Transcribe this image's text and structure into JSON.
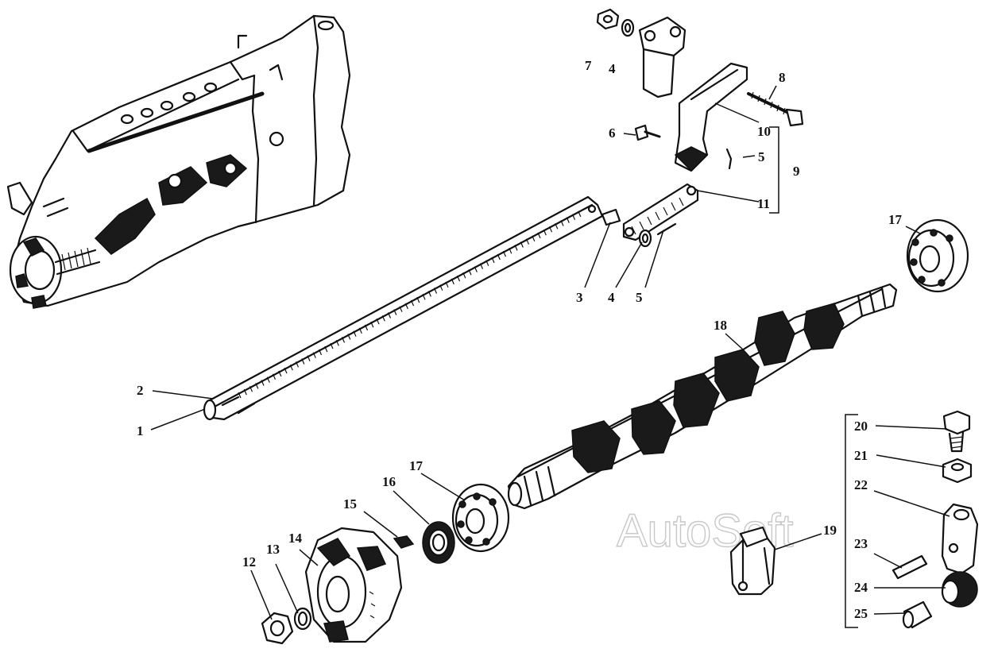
{
  "watermark": "AutoSoft",
  "callouts": [
    {
      "id": "c1",
      "text": "1"
    },
    {
      "id": "c2",
      "text": "2"
    },
    {
      "id": "c3",
      "text": "3"
    },
    {
      "id": "c4a",
      "text": "4"
    },
    {
      "id": "c4b",
      "text": "4"
    },
    {
      "id": "c5a",
      "text": "5"
    },
    {
      "id": "c5b",
      "text": "5"
    },
    {
      "id": "c6",
      "text": "6"
    },
    {
      "id": "c7",
      "text": "7"
    },
    {
      "id": "c8",
      "text": "8"
    },
    {
      "id": "c9",
      "text": "9"
    },
    {
      "id": "c10",
      "text": "10"
    },
    {
      "id": "c11",
      "text": "11"
    },
    {
      "id": "c12",
      "text": "12"
    },
    {
      "id": "c13",
      "text": "13"
    },
    {
      "id": "c14",
      "text": "14"
    },
    {
      "id": "c15",
      "text": "15"
    },
    {
      "id": "c16",
      "text": "16"
    },
    {
      "id": "c17a",
      "text": "17"
    },
    {
      "id": "c17b",
      "text": "17"
    },
    {
      "id": "c18",
      "text": "18"
    },
    {
      "id": "c19",
      "text": "19"
    },
    {
      "id": "c20",
      "text": "20"
    },
    {
      "id": "c21",
      "text": "21"
    },
    {
      "id": "c22",
      "text": "22"
    },
    {
      "id": "c23",
      "text": "23"
    },
    {
      "id": "c24",
      "text": "24"
    },
    {
      "id": "c25",
      "text": "25"
    }
  ]
}
